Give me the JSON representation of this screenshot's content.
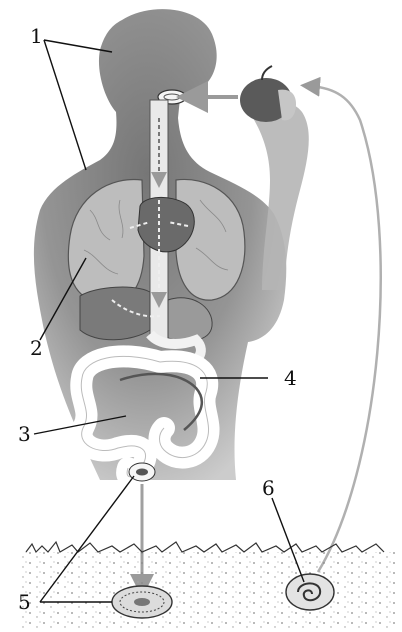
{
  "labels": {
    "l1": "1",
    "l2": "2",
    "l3": "3",
    "l4": "4",
    "l5": "5",
    "l6": "6"
  },
  "colors": {
    "silhouette": "#8a8a8a",
    "lung": "#b9b9b9",
    "organ_dark": "#6a6a6a",
    "intestine": "#f2f2f2",
    "arrow": "#9a9a9a",
    "ground_dots": "#777777"
  }
}
